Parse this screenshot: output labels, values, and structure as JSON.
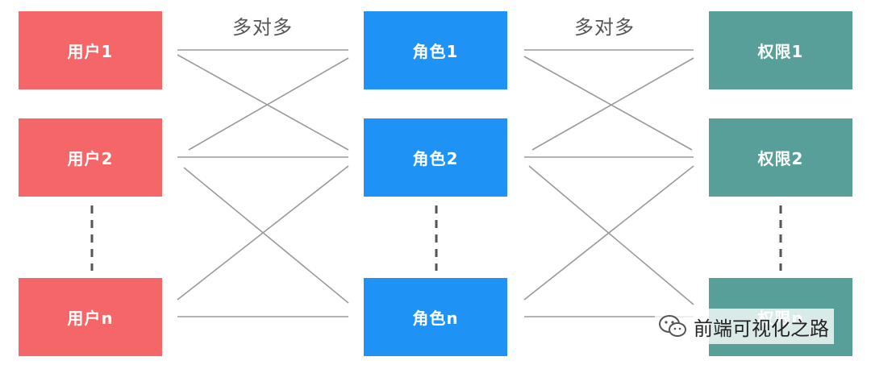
{
  "relations": {
    "user_role": "多对多",
    "role_permission": "多对多"
  },
  "users": [
    {
      "label": "用户1"
    },
    {
      "label": "用户2"
    },
    {
      "label": "用户n"
    }
  ],
  "roles": [
    {
      "label": "角色1"
    },
    {
      "label": "角色2"
    },
    {
      "label": "角色n"
    }
  ],
  "permissions": [
    {
      "label": "权限1"
    },
    {
      "label": "权限2"
    },
    {
      "label": "权限n"
    }
  ],
  "watermark": {
    "text": "前端可视化之路",
    "icon": "wechat-icon"
  },
  "colors": {
    "user": "#f46668",
    "role": "#1f93f5",
    "permission": "#579f98",
    "connector": "#9a9a9a",
    "dashed": "#555555"
  }
}
